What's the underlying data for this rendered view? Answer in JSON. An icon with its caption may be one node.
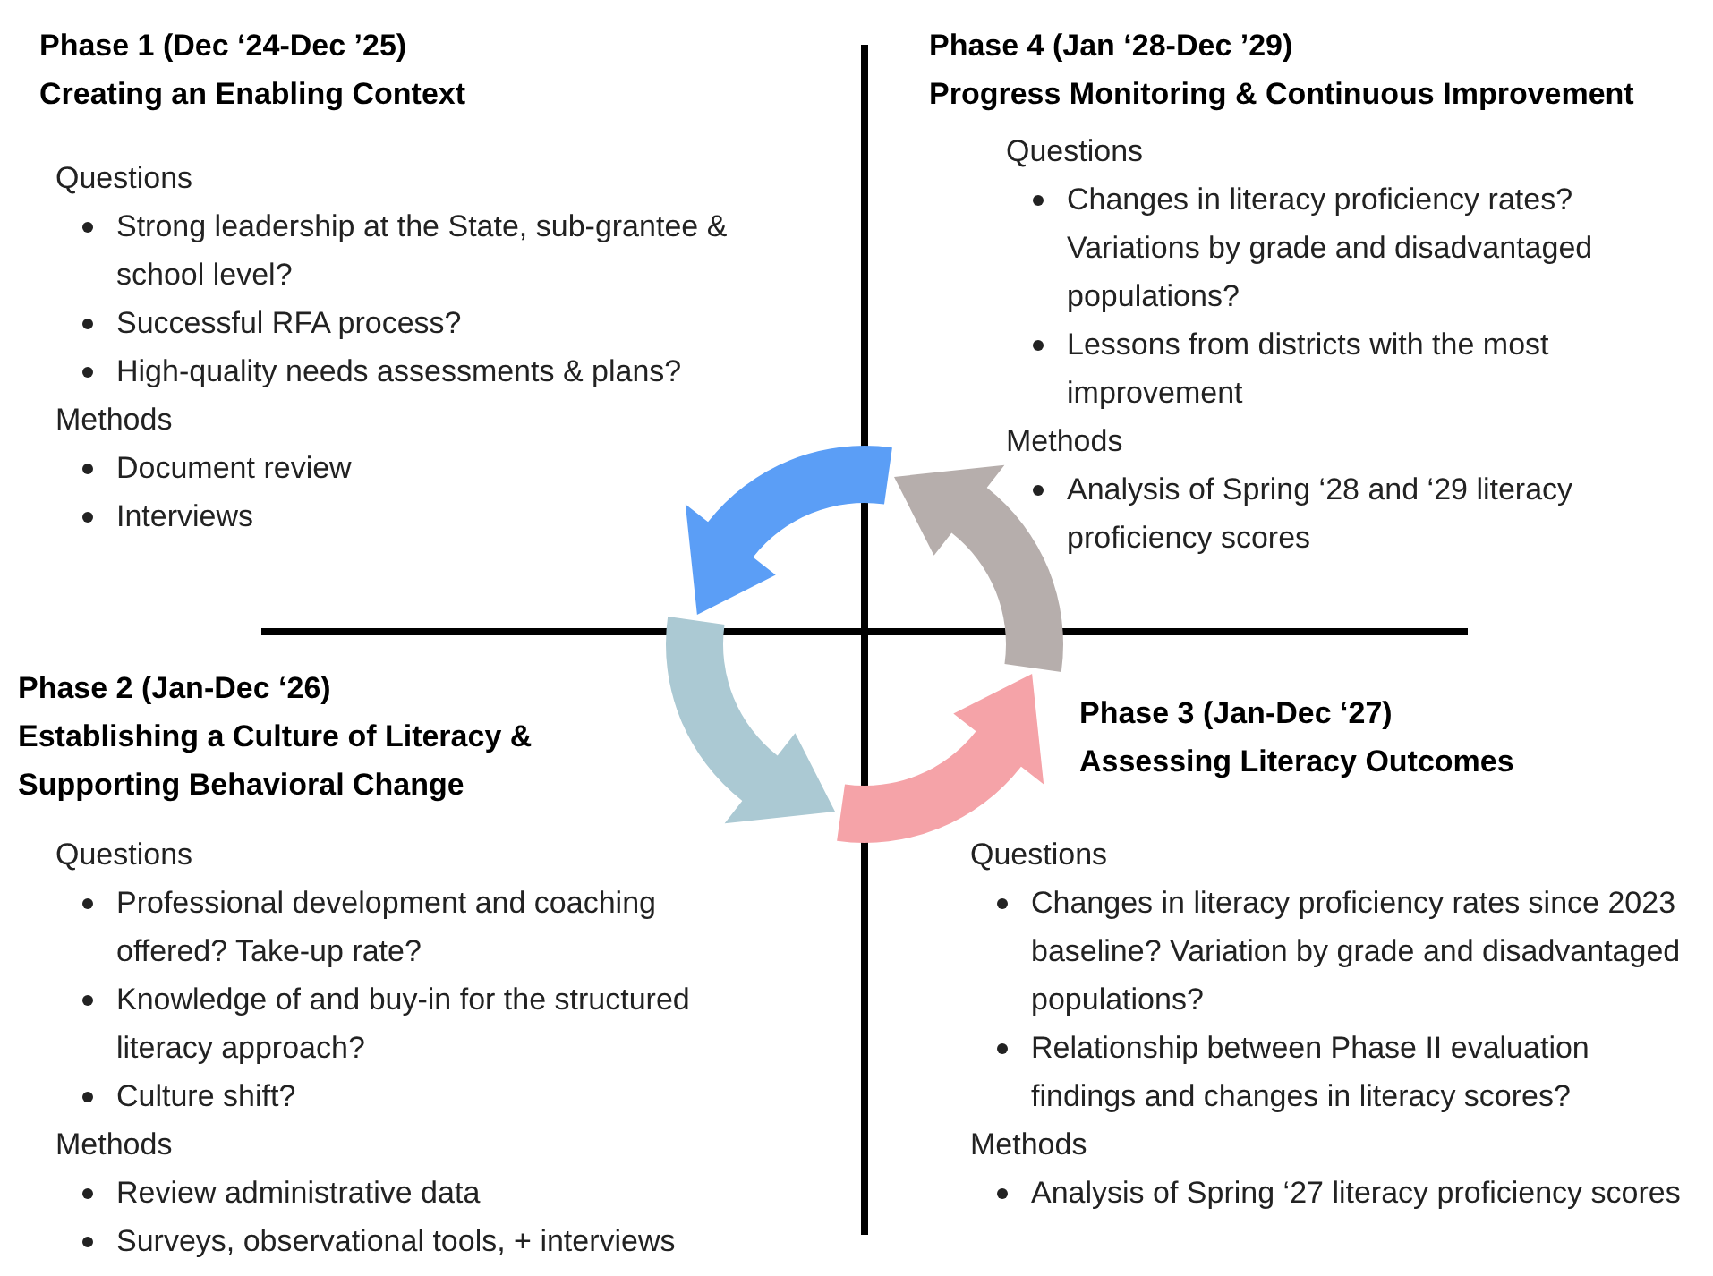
{
  "diagram": {
    "labels": [
      "Phase 1 (Dec ‘24-Dec ’25)",
      "Creating an Enabling Context",
      "Questions",
      "Strong leadership at the State, sub-grantee & school level?",
      "Successful RFA process?",
      "High-quality needs assessments & plans?",
      "Methods",
      "Document review",
      "Interviews",
      "Phase 4 (Jan ‘28-Dec ’29)",
      "Progress Monitoring & Continuous Improvement",
      "Questions",
      "Changes in literacy proficiency rates? Variations by grade and disadvantaged populations?",
      "Lessons from districts with the most improvement",
      "Methods",
      "Analysis of Spring ‘28 and ‘29 literacy proficiency scores",
      "Phase 2 (Jan-Dec ‘26)",
      "Establishing a Culture of Literacy & Supporting Behavioral Change",
      "Questions",
      "Professional development and coaching offered? Take-up rate?",
      "Knowledge of and buy-in for the structured literacy approach?",
      "Culture shift?",
      "Methods",
      "Review administrative data",
      "Surveys, observational tools, + interviews",
      "Phase 3 (Jan-Dec ‘27)",
      "Assessing Literacy Outcomes",
      "Questions",
      "Changes in literacy proficiency rates since 2023 baseline? Variation by grade and disadvantaged populations?",
      "Relationship between Phase II evaluation findings and changes in literacy scores?",
      "Methods",
      "Analysis of Spring ‘27 literacy proficiency scores"
    ]
  }
}
